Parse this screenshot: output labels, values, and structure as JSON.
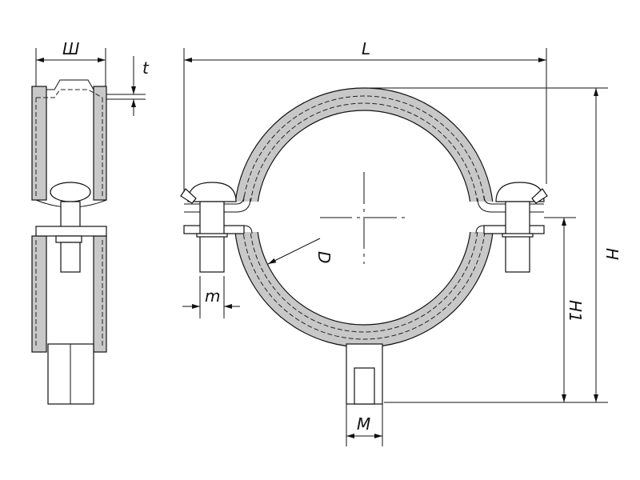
{
  "labels": {
    "width": "Ш",
    "thickness": "t",
    "length": "L",
    "height": "H",
    "height1": "H1",
    "diameter": "D",
    "bolt_thread": "m",
    "nut_thread": "M"
  },
  "colors": {
    "rubber": "#c8c8c8",
    "line": "#111111"
  }
}
